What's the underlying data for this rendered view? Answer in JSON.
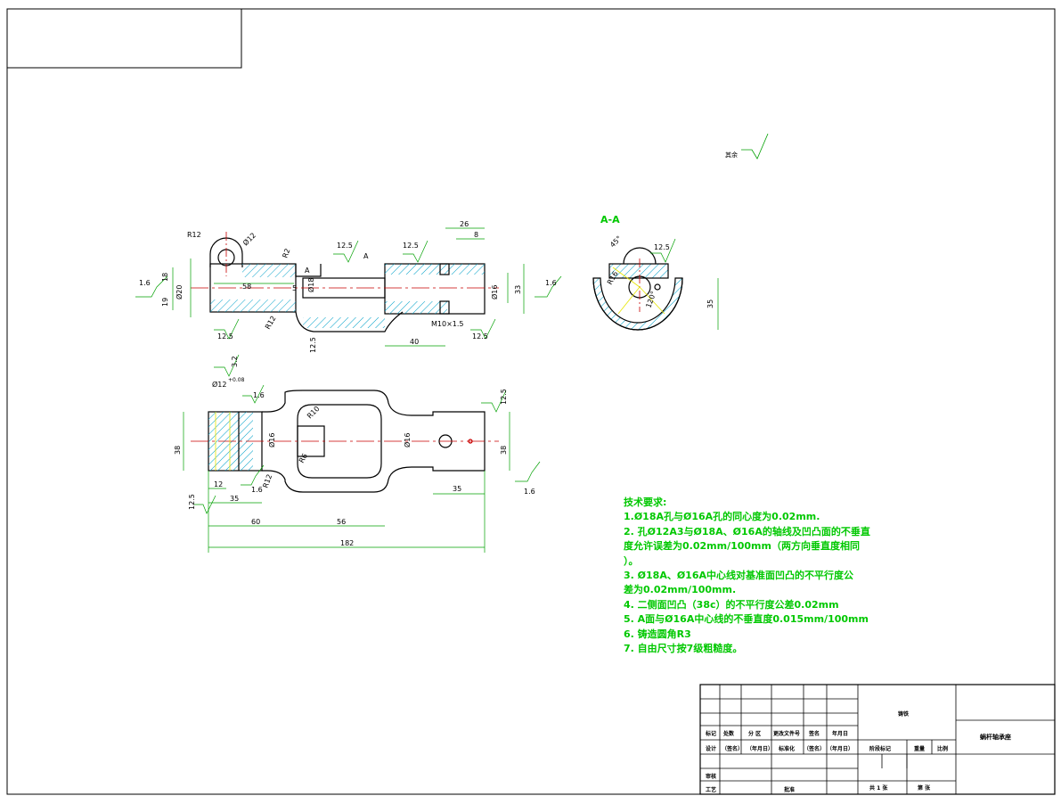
{
  "view_label": "A-A",
  "surface_note": "其余",
  "section_mark": "A",
  "front_view": {
    "dims": [
      "R12",
      "Ø12",
      "R2",
      "12.5",
      "A",
      "12.5",
      "26",
      "8",
      "18",
      "1.6",
      "19",
      "Ø20",
      "58",
      "5",
      "Ø18",
      "Ø16",
      "33",
      "1.6",
      "R12",
      "M10×1.5",
      "12.5",
      "12.5",
      "40",
      "12.5"
    ]
  },
  "top_view": {
    "dims": [
      "3.2",
      "Ø12",
      "+0.08",
      "1.6",
      "R10",
      "12.5",
      "38",
      "Ø16",
      "Ø16",
      "R6",
      "38",
      "R12",
      "1.6",
      "12",
      "35",
      "1.6",
      "12.5",
      "35",
      "60",
      "56",
      "182"
    ]
  },
  "section_view": {
    "dims": [
      "45°",
      "12.5",
      "R16",
      "120°",
      "35"
    ]
  },
  "tech_requirements": {
    "heading": "技术要求:",
    "lines": [
      "1.Ø18A孔与Ø16A孔的同心度为0.02mm.",
      "2. 孔Ø12A3与Ø18A、Ø16A的轴线及凹凸面的不垂直",
      "度允许误差为0.02mm/100mm（两方向垂直度相同",
      "）。",
      "3. Ø18A、Ø16A中心线对基准面凹凸的不平行度公",
      "差为0.02mm/100mm.",
      "4. 二侧面凹凸（38c）的不平行度公差0.02mm",
      "5. A面与Ø16A中心线的不垂直度0.015mm/100mm",
      "6. 铸造圆角R3",
      "7. 自由尺寸按7级粗糙度。"
    ]
  },
  "title_block": {
    "material": "铸铁",
    "part_name": "蜗杆轴承座",
    "labels": {
      "mark": "标记",
      "count": "处数",
      "zone": "分 区",
      "doc": "更改文件号",
      "sign": "签名",
      "date": "年月日",
      "design": "设计",
      "sign_name": "（签名）",
      "sign_date": "（年月日）",
      "standard": "标准化",
      "sign_name2": "（签名）",
      "sign_date2": "（年月日）",
      "stage": "阶段标记",
      "weight": "重量",
      "scale": "比例",
      "review": "审核",
      "process": "工艺",
      "approve": "批准",
      "total": "共 1 张",
      "sheet": "第   张"
    }
  }
}
